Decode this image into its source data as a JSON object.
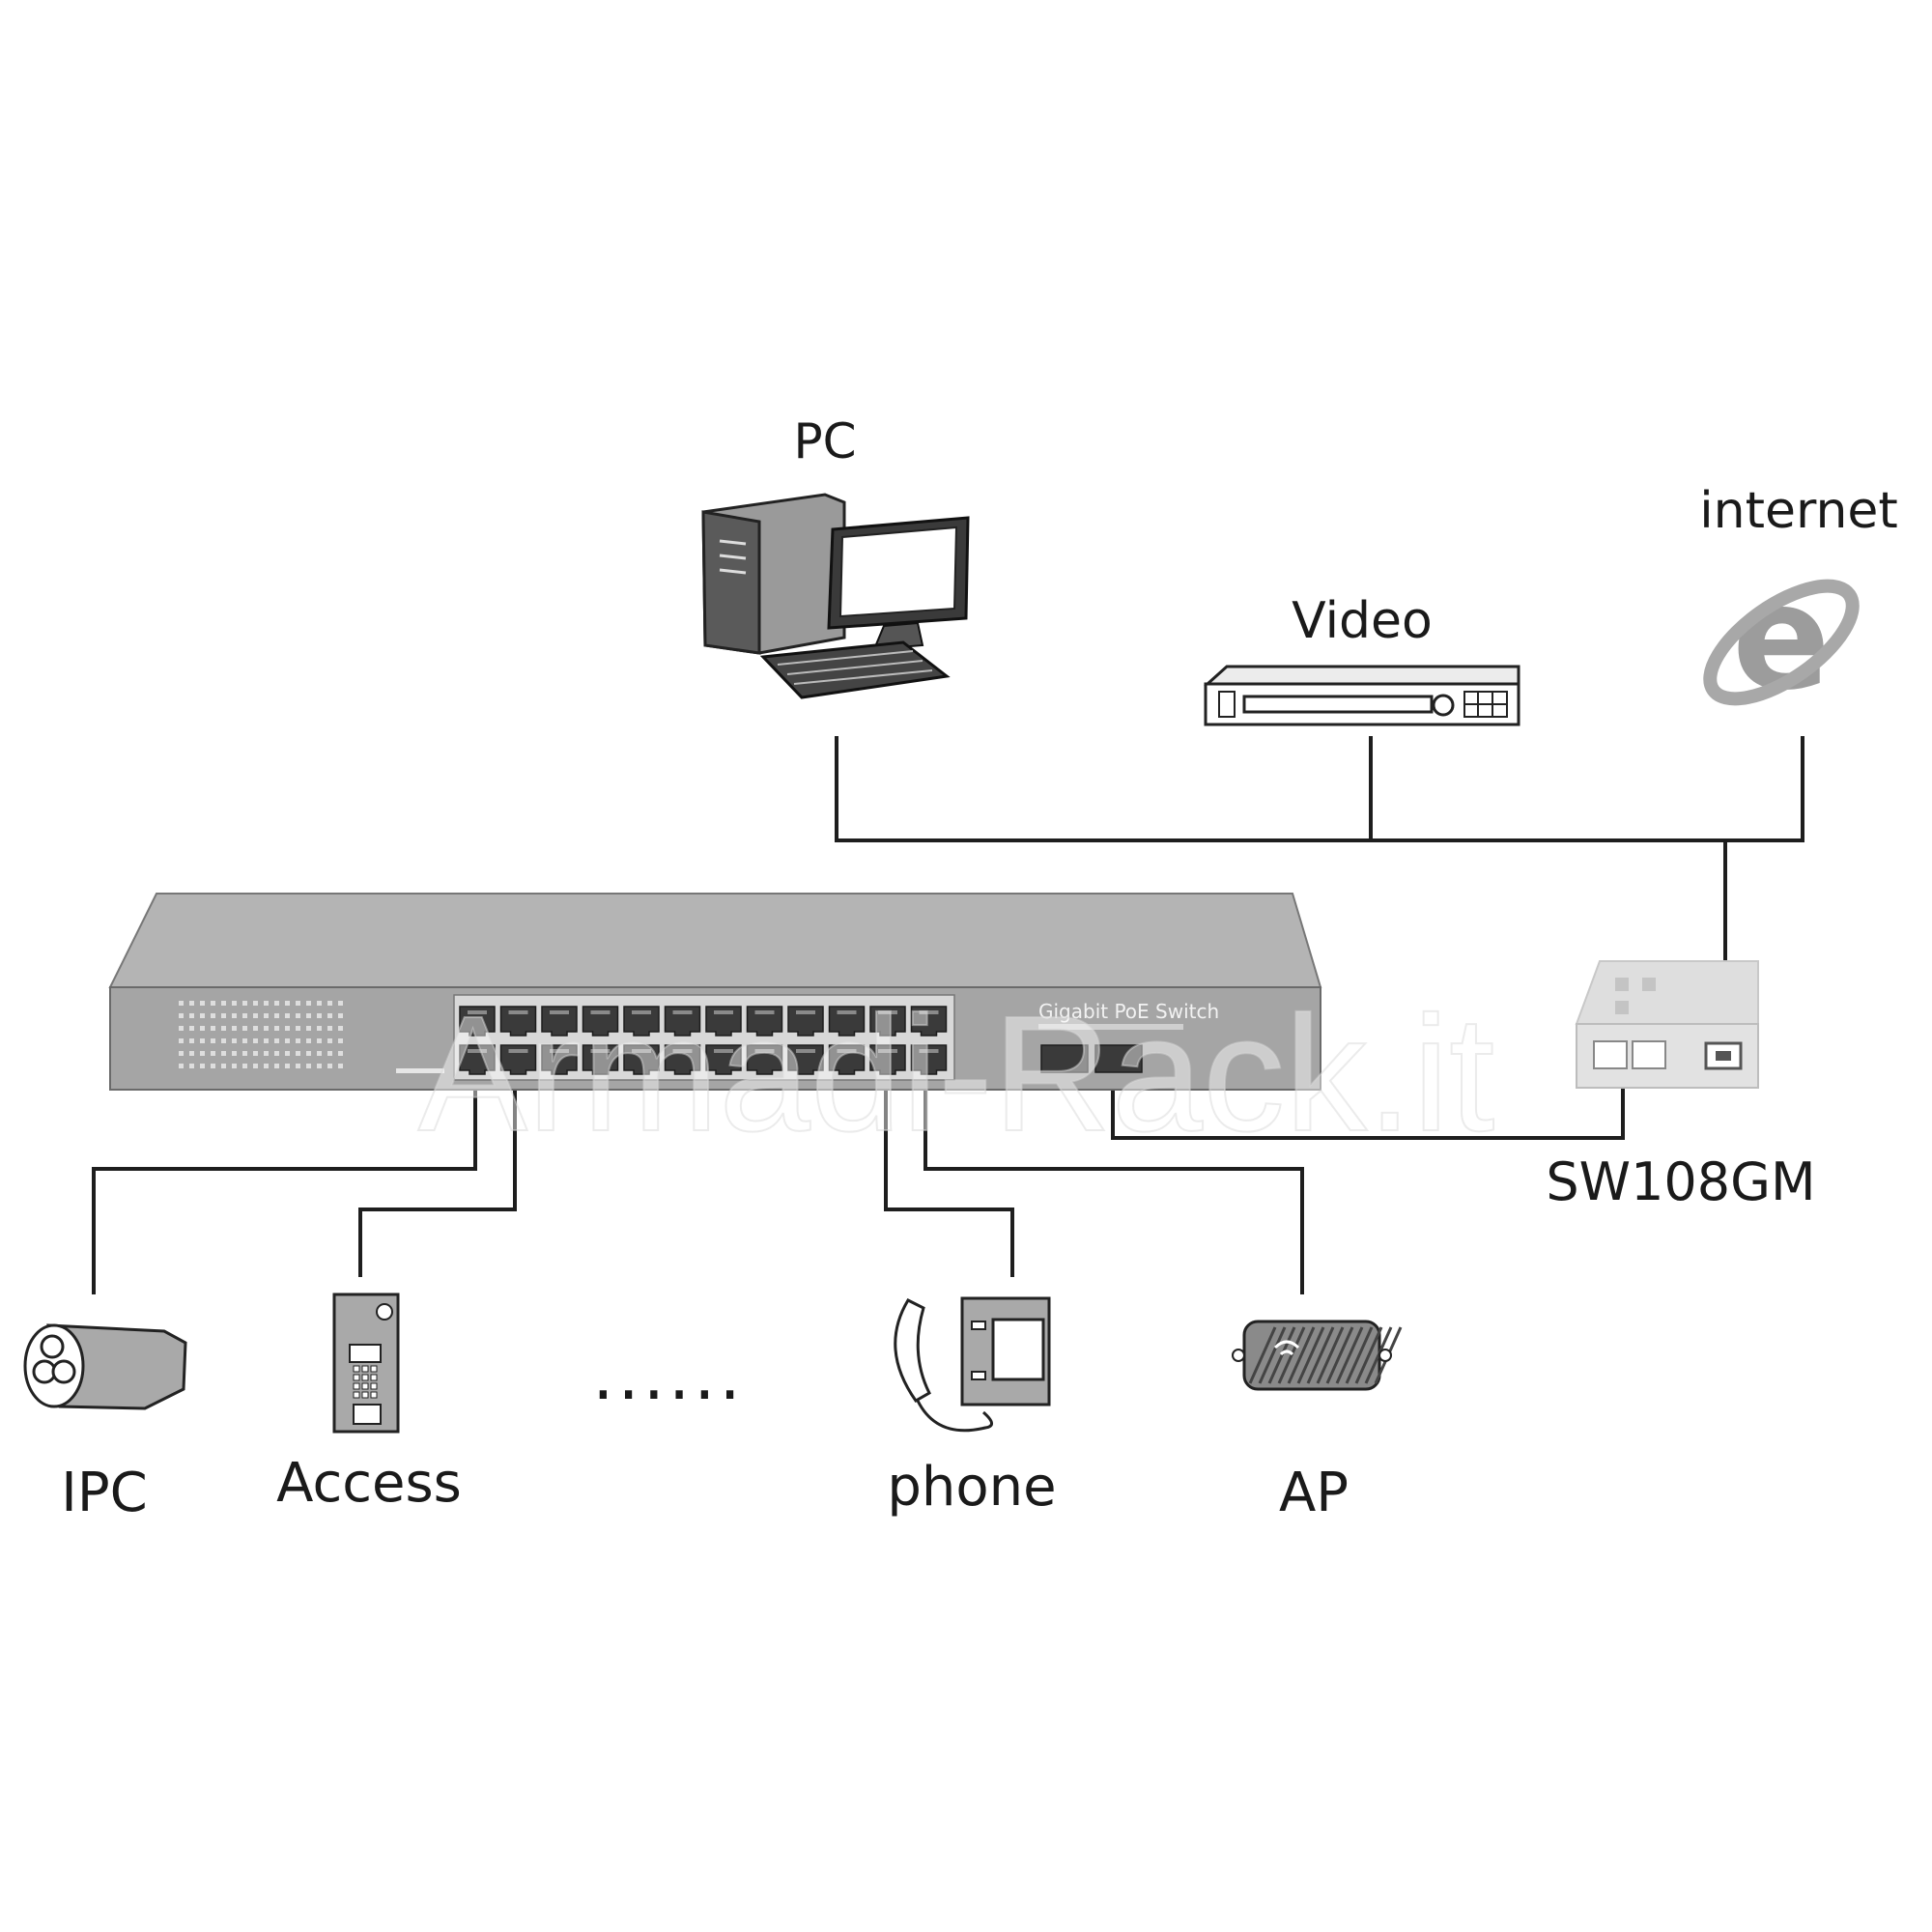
{
  "devices": {
    "pc": {
      "label": "PC",
      "icon": "desktop-computer-icon"
    },
    "video": {
      "label": "Video",
      "icon": "video-recorder-icon"
    },
    "internet": {
      "label": "internet",
      "icon": "internet-explorer-icon"
    },
    "media_converter": {
      "label": "SW108GM",
      "icon": "media-converter-icon"
    },
    "ipc": {
      "label": "IPC",
      "icon": "bullet-camera-icon"
    },
    "access": {
      "label": "Access",
      "icon": "door-intercom-icon"
    },
    "ellipsis": {
      "label": "......"
    },
    "phone": {
      "label": "phone",
      "icon": "ip-phone-icon"
    },
    "ap": {
      "label": "AP",
      "icon": "wireless-access-point-icon"
    }
  },
  "switch": {
    "name": "Gigabit PoE Switch",
    "icon": "poe-switch-icon",
    "rj45_ports": 24,
    "sfp_ports": 2
  },
  "watermark": "Armadi-Rack.it",
  "colors": {
    "line": "#1e1e1e",
    "device_gray": "#a7a7a7",
    "device_dark": "#3a3a3a"
  }
}
